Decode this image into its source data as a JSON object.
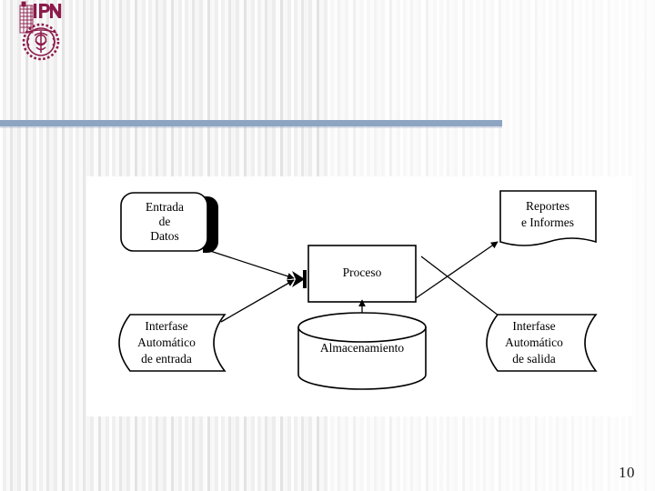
{
  "slide": {
    "page_number": "10",
    "logo_name": "ipn-logo",
    "logo_color": "#8c1b4b",
    "rule_color": "#8ea5c2"
  },
  "diagram": {
    "title": "",
    "nodes": [
      {
        "id": "entrada",
        "label_lines": [
          "Entrada",
          "de",
          "Datos"
        ],
        "shape": "rounded-rect-shadow"
      },
      {
        "id": "reportes",
        "label_lines": [
          "Reportes",
          "e Informes"
        ],
        "shape": "document"
      },
      {
        "id": "proceso",
        "label_lines": [
          "Proceso"
        ],
        "shape": "rect"
      },
      {
        "id": "almacenamiento",
        "label_lines": [
          "Almacenamiento"
        ],
        "shape": "cylinder"
      },
      {
        "id": "interfase-entrada",
        "label_lines": [
          "Interfase",
          "Automático",
          "de entrada"
        ],
        "shape": "tape"
      },
      {
        "id": "interfase-salida",
        "label_lines": [
          "Interfase",
          "Automático",
          "de salida"
        ],
        "shape": "tape"
      }
    ],
    "connections": [
      {
        "from": "entrada",
        "to": "proceso",
        "arrow": "single"
      },
      {
        "from": "interfase-entrada",
        "to": "proceso",
        "arrow": "single"
      },
      {
        "from": "proceso",
        "to": "reportes",
        "arrow": "single"
      },
      {
        "from": "proceso",
        "to": "interfase-salida",
        "arrow": "none"
      },
      {
        "from": "proceso",
        "to": "almacenamiento",
        "arrow": "double"
      }
    ]
  }
}
